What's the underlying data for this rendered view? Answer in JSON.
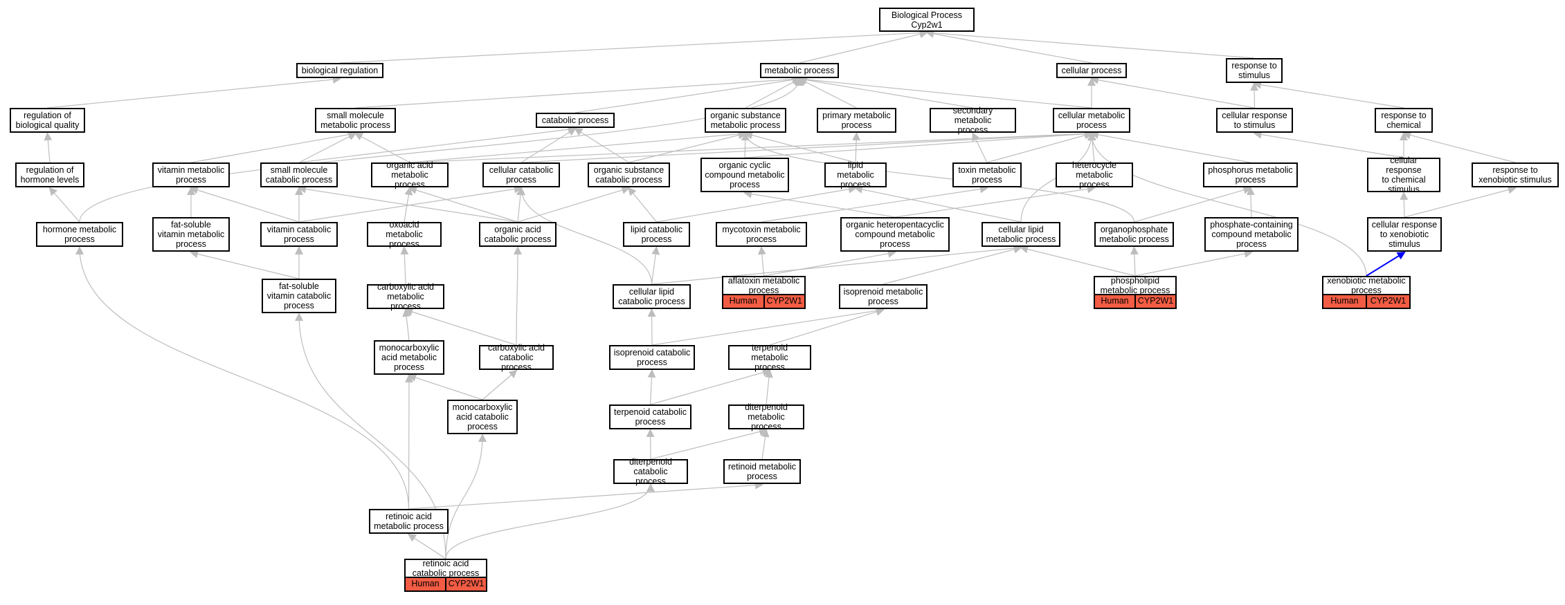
{
  "colors": {
    "edge": "#bdbdbd",
    "highlight_edge": "#0000ff",
    "annotation": "#f25c44"
  },
  "nodes": {
    "root": "Biological Process\nCyp2w1",
    "bio_reg": "biological regulation",
    "metabolic": "metabolic process",
    "cellular_process": "cellular process",
    "resp_stim": "response to\nstimulus",
    "reg_bio_quality": "regulation of\nbiological quality",
    "small_mol_met": "small molecule\nmetabolic process",
    "catabolic": "catabolic process",
    "org_sub_met": "organic substance\nmetabolic process",
    "primary_met": "primary metabolic\nprocess",
    "secondary_met": "secondary metabolic\nprocess",
    "cellular_met": "cellular metabolic\nprocess",
    "cell_resp_stim": "cellular response\nto stimulus",
    "resp_chem": "response to\nchemical",
    "reg_hormone": "regulation of\nhormone levels",
    "vitamin_met": "vitamin metabolic\nprocess",
    "small_mol_cat": "small molecule\ncatabolic process",
    "organic_acid_met": "organic acid\nmetabolic process",
    "cellular_cat": "cellular catabolic\nprocess",
    "org_sub_cat": "organic substance\ncatabolic process",
    "org_cyclic_met": "organic cyclic\ncompound metabolic\nprocess",
    "lipid_met": "lipid metabolic\nprocess",
    "toxin_met": "toxin metabolic\nprocess",
    "heterocycle_met": "heterocycle\nmetabolic process",
    "phosphorus_met": "phosphorus metabolic\nprocess",
    "cell_resp_chem": "cellular response\nto chemical\nstimulus",
    "resp_xeno": "response to\nxenobiotic stimulus",
    "hormone_met": "hormone metabolic\nprocess",
    "fat_sol_vit_met": "fat-soluble\nvitamin metabolic\nprocess",
    "vitamin_cat": "vitamin catabolic\nprocess",
    "oxoacid_met": "oxoacid metabolic\nprocess",
    "organic_acid_cat": "organic acid\ncatabolic process",
    "lipid_cat": "lipid catabolic\nprocess",
    "mycotoxin_met": "mycotoxin metabolic\nprocess",
    "org_hetero_met": "organic heteropentacyclic\ncompound metabolic\nprocess",
    "cell_lipid_met": "cellular lipid\nmetabolic process",
    "organophos_met": "organophosphate\nmetabolic process",
    "phosphate_met": "phosphate-containing\ncompound metabolic\nprocess",
    "cell_resp_xeno": "cellular response\nto xenobiotic\nstimulus",
    "fat_sol_vit_cat": "fat-soluble\nvitamin catabolic\nprocess",
    "carboxylic_met": "carboxylic acid\nmetabolic process",
    "cell_lipid_cat": "cellular lipid\ncatabolic process",
    "aflatoxin_met": "aflatoxin metabolic\nprocess",
    "isoprenoid_met": "isoprenoid metabolic\nprocess",
    "phospholipid_met": "phospholipid\nmetabolic process",
    "xenobiotic_met": "xenobiotic metabolic\nprocess",
    "monocarb_met": "monocarboxylic\nacid metabolic\nprocess",
    "carboxylic_cat": "carboxylic acid\ncatabolic process",
    "isoprenoid_cat": "isoprenoid catabolic\nprocess",
    "terpenoid_met": "terpenoid metabolic\nprocess",
    "monocarb_cat": "monocarboxylic\nacid catabolic\nprocess",
    "terpenoid_cat": "terpenoid catabolic\nprocess",
    "diterpenoid_met": "diterpenoid\nmetabolic process",
    "diterpenoid_cat": "diterpenoid\ncatabolic process",
    "retinoid_met": "retinoid metabolic\nprocess",
    "retinoic_met": "retinoic acid\nmetabolic process",
    "retinoic_cat": "retinoic acid\ncatabolic process"
  },
  "annotations": {
    "aflatoxin_met": {
      "species": "Human",
      "gene": "CYP2W1"
    },
    "phospholipid_met": {
      "species": "Human",
      "gene": "CYP2W1"
    },
    "xenobiotic_met": {
      "species": "Human",
      "gene": "CYP2W1"
    },
    "retinoic_cat": {
      "species": "Human",
      "gene": "CYP2W1"
    }
  }
}
